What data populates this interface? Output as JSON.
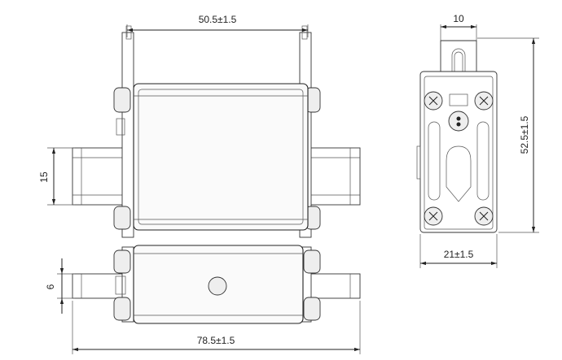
{
  "dimensions": {
    "top_width": "50.5±1.5",
    "tag_width": "10",
    "right_height": "52.5±1.5",
    "left_height": "15",
    "side_width": "21±1.5",
    "bottom_height": "6",
    "overall_length": "78.5±1.5"
  }
}
